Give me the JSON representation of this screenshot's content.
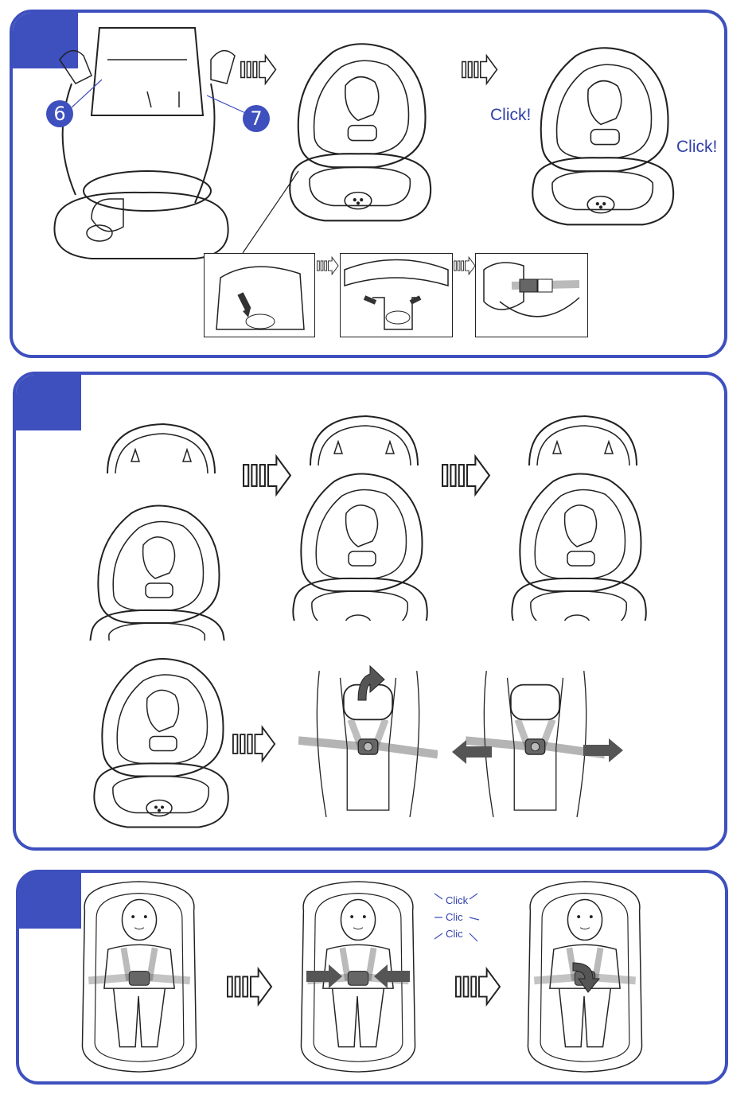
{
  "colors": {
    "accent": "#3e4fbe",
    "line": "#222222",
    "label": "#2f3fa8"
  },
  "sections": [
    {
      "id": "section-1",
      "callouts": [
        "6",
        "7"
      ],
      "click_labels": [
        "Click!",
        "Click!"
      ]
    },
    {
      "id": "section-2"
    },
    {
      "id": "section-3",
      "click_labels": [
        "Click",
        "Clic",
        "Clic"
      ]
    }
  ]
}
